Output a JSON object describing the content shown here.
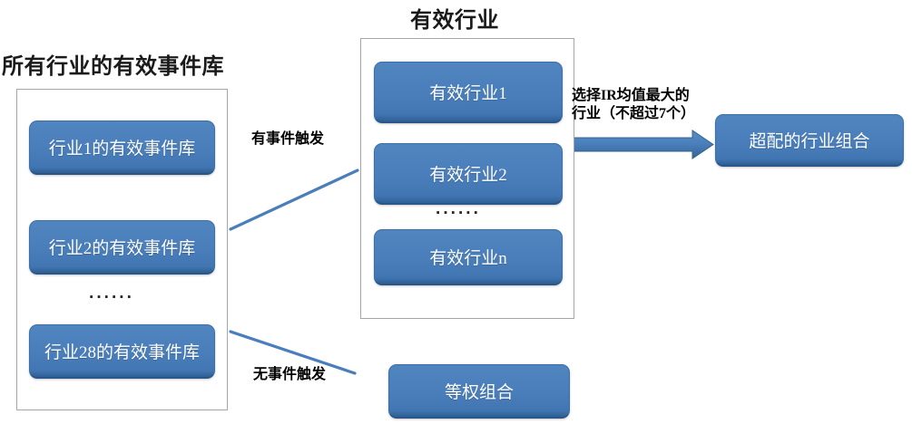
{
  "diagram": {
    "title_left": "所有行业的有效事件库",
    "title_mid": "有效行业",
    "left_group": {
      "boxes": [
        {
          "label": "行业1的有效事件库"
        },
        {
          "label": "行业2的有效事件库"
        },
        {
          "label": "行业28的有效事件库"
        }
      ],
      "ellipsis": "······"
    },
    "mid_group": {
      "boxes": [
        {
          "label": "有效行业1"
        },
        {
          "label": "有效行业2"
        },
        {
          "label": "有效行业n"
        }
      ],
      "ellipsis": "······"
    },
    "outputs": {
      "overweight": "超配的行业组合",
      "equal_weight": "等权组合"
    },
    "edges": {
      "has_event": "有事件触发",
      "no_event": "无事件触发",
      "select_ir_line1": "选择IR均值最大的",
      "select_ir_line2": "行业（不超过7个）"
    },
    "colors": {
      "box_fill": "#4a7ebb",
      "box_edge": "#2e5f94",
      "connector": "#4a7ebb",
      "container_border": "#a6a6a6",
      "text_on_box": "#ffffff",
      "text_dark": "#1a1a1a"
    }
  }
}
